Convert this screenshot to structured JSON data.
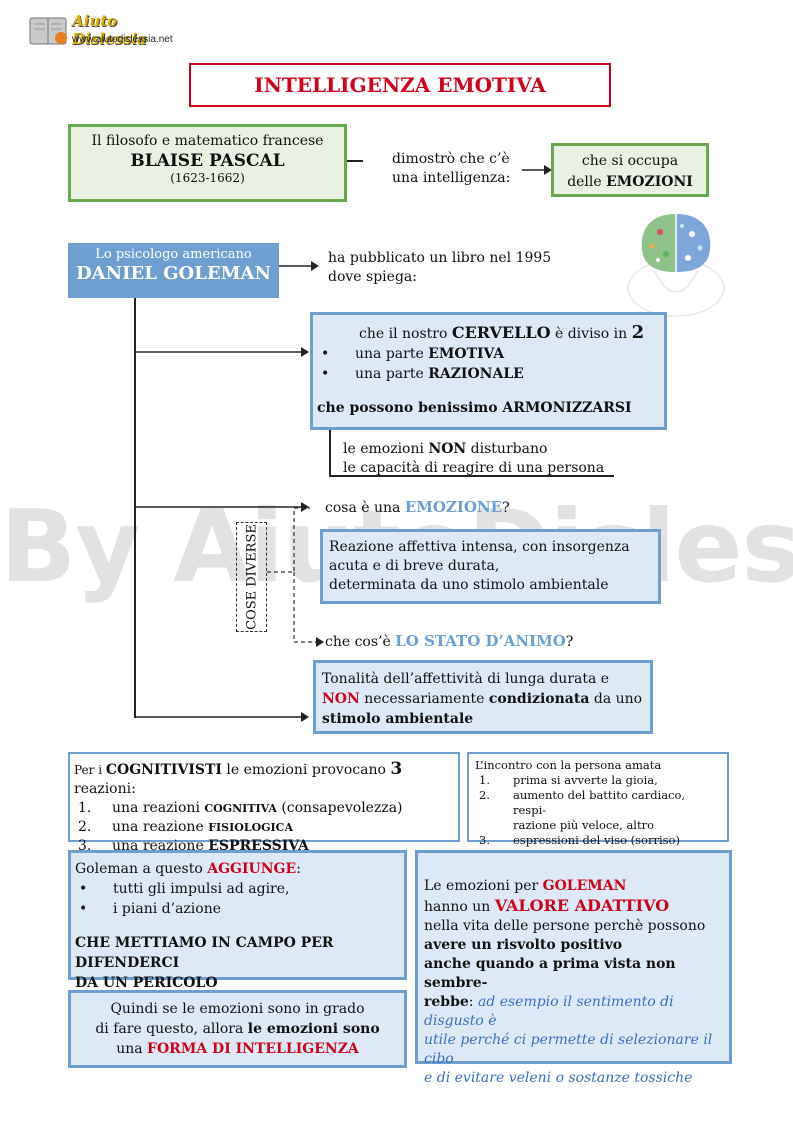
{
  "logo": {
    "name": "Aiuto Dislessia",
    "url": "www.aiutodislessia.net"
  },
  "title": "INTELLIGENZA EMOTIVA",
  "watermark": "By AiutoDislessia.net",
  "pascal": {
    "line1": "Il  filosofo e matematico francese",
    "name": "BLAISE PASCAL",
    "years": "(1623-1662)"
  },
  "pascal_mid": {
    "line1": "dimostrò che c’è",
    "line2": "una intelligenza:"
  },
  "emotions_box": {
    "line1": "che si occupa",
    "line2_pre": "delle ",
    "line2_b": "EMOZIONI"
  },
  "goleman": {
    "line1": "Lo psicologo americano",
    "name": "DANIEL GOLEMAN"
  },
  "goleman_text": {
    "line1": "ha pubblicato un libro  nel 1995",
    "line2": "dove spiega:"
  },
  "brain_box": {
    "l1_pre": "che il nostro ",
    "l1_b": "CERVELLO",
    "l1_mid": " è diviso in ",
    "l1_num": "2",
    "b1_pre": "una parte ",
    "b1_b": "EMOTIVA",
    "b2_pre": "una parte ",
    "b2_b": "RAZIONALE",
    "bottom": "che possono benissimo ARMONIZZARSI"
  },
  "note": {
    "l1_pre": "le emozioni ",
    "l1_b": "NON",
    "l1_post": " disturbano",
    "l2": "le capacità di reagire di una persona"
  },
  "q1": {
    "pre": "cosa è una ",
    "b": "EMOZIONE",
    "post": "?"
  },
  "cose_diverse": "COSE DIVERSE",
  "def_emozione": {
    "l1": "Reazione  affettiva  intensa,  con  insorgenza",
    "l2": "acuta  e  di  breve  durata,",
    "l3": "determinata  da  uno stimolo ambientale"
  },
  "q2": {
    "pre": "che cos’è ",
    "b": "LO STATO D’ANIMO",
    "post": "?"
  },
  "def_stato": {
    "l1": "Tonalità dell’affettività di lunga durata e",
    "l2_red": "NON",
    "l2_mid": " necessariamente ",
    "l2_b": "condizionata",
    "l2_post": " da uno",
    "l3": "stimolo  ambientale"
  },
  "cognitivisti": {
    "pre": "Per i ",
    "c": "C",
    "b": "OGNITIVISTI",
    "mid": " le emozioni provocano ",
    "num": "3",
    "post": " reazioni:",
    "items": [
      {
        "n": "1.",
        "pre": "una  reazioni  ",
        "b": "COGNITIVA",
        "post": " (consapevolezza)"
      },
      {
        "n": "2.",
        "pre": "una reazione ",
        "b": "FISIOLOGICA",
        "post": ""
      },
      {
        "n": "3.",
        "pre": "una reazione ",
        "b": "ESPRESSIVA",
        "post": ""
      }
    ]
  },
  "example": {
    "title": "L’incontro con la persona amata",
    "items": [
      {
        "n": "1.",
        "t": "prima si avverte la gioia,"
      },
      {
        "n": "2.",
        "t": "aumento del battito  cardiaco,  respi-"
      },
      {
        "n": "",
        "t": "razione  più  veloce, altro"
      },
      {
        "n": "3.",
        "t": "espressioni del viso (sorriso)"
      }
    ]
  },
  "aggiunge": {
    "pre": "Goleman a questo ",
    "red": "AGGIUNGE",
    "post": ":",
    "b1": "tutti gli impulsi ad agire,",
    "b2": "i piani d’azione",
    "bold1": "CHE METTIAMO IN CAMPO PER DIFENDERCI",
    "bold2": "DA UN PERICOLO"
  },
  "quindi": {
    "l1": "Quindi se  le emozioni sono in grado",
    "l2_pre": "di fare questo, allora ",
    "l2_b": "le emozioni sono",
    "l3_pre": "una ",
    "l3_red": "FORMA DI INTELLIGENZA"
  },
  "adattivo": {
    "l1_pre": "Le emozioni per ",
    "l1_red": "GOLEMAN",
    "l2_pre": "hanno un ",
    "l2_red": "VALORE ADATTIVO",
    "l3": "nella vita delle persone perchè possono",
    "l4": "avere un risvolto positivo",
    "l5": "anche quando a prima vista non sembre-",
    "l6_b": "rebbe",
    "l6_post": ": ",
    "l6_i": "ad esempio il sentimento di disgusto è",
    "l7_i": "utile perché ci permette di selezionare il cibo",
    "l8_i": "e di evitare veleni o sostanze tossiche"
  },
  "colors": {
    "red": "#d0021b",
    "blue": "#6a9fd4",
    "green_border": "#6aa84f",
    "blue_border": "#6f9fd0"
  }
}
